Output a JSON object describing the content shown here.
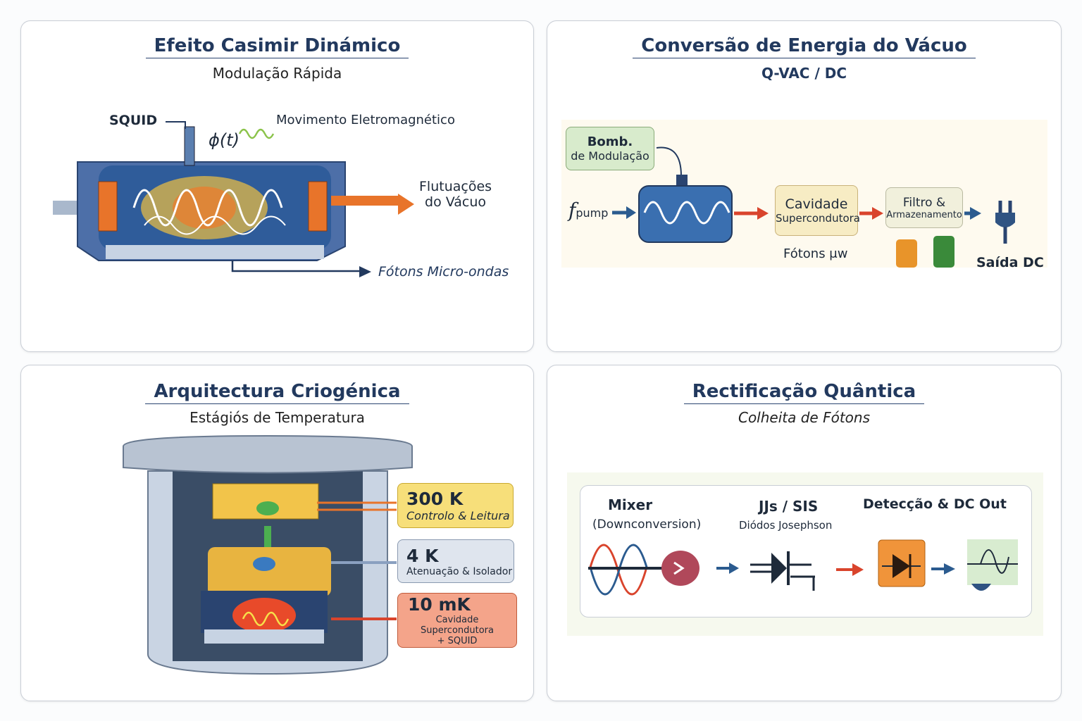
{
  "panel1": {
    "title": "Efeito Casimir Dinámico",
    "subtitle": "Modulação Rápida",
    "squid": "SQUID",
    "phi": "ϕ(t)",
    "motion": "Movimento Eletromagnético",
    "fluct1": "Flutuações",
    "fluct2": "do Vácuo",
    "photons": "Fótons Micro-ondas"
  },
  "panel2": {
    "title": "Conversão de Energia do Vácuo",
    "subtitle": "Q-VAC / DC",
    "pump1": "Bomb.",
    "pump2": "de Modulação",
    "fpump_f": "f",
    "fpump_sub": "pump",
    "cav1": "Cavidade",
    "cav2": "Supercondutora",
    "photons": "Fótons μw",
    "filt1": "Filtro &",
    "filt2": "Armazenamento",
    "out": "Saída DC"
  },
  "panel3": {
    "title": "Arquitectura Criogénica",
    "subtitle": "Estágiós de Temperatura",
    "s1": "300 K",
    "s1d": "Controlo & Leitura",
    "s2": "4 K",
    "s2d": "Atenuação & Isolador",
    "s3": "10 mK",
    "s3d1": "Cavidade Supercondutora",
    "s3d2": "+ SQUID"
  },
  "panel4": {
    "title": "Rectificação Quântica",
    "subtitle": "Colheita de Fótons",
    "mixer": "Mixer",
    "mixer_sub": "(Downconversion)",
    "jj": "JJs / SIS",
    "jj_sub": "Diódos Josephson",
    "det": "Detecção & DC Out"
  },
  "colors": {
    "navy": "#22395e",
    "orange": "#e8742a",
    "red": "#d9442c",
    "blue": "#2b5b8f"
  }
}
